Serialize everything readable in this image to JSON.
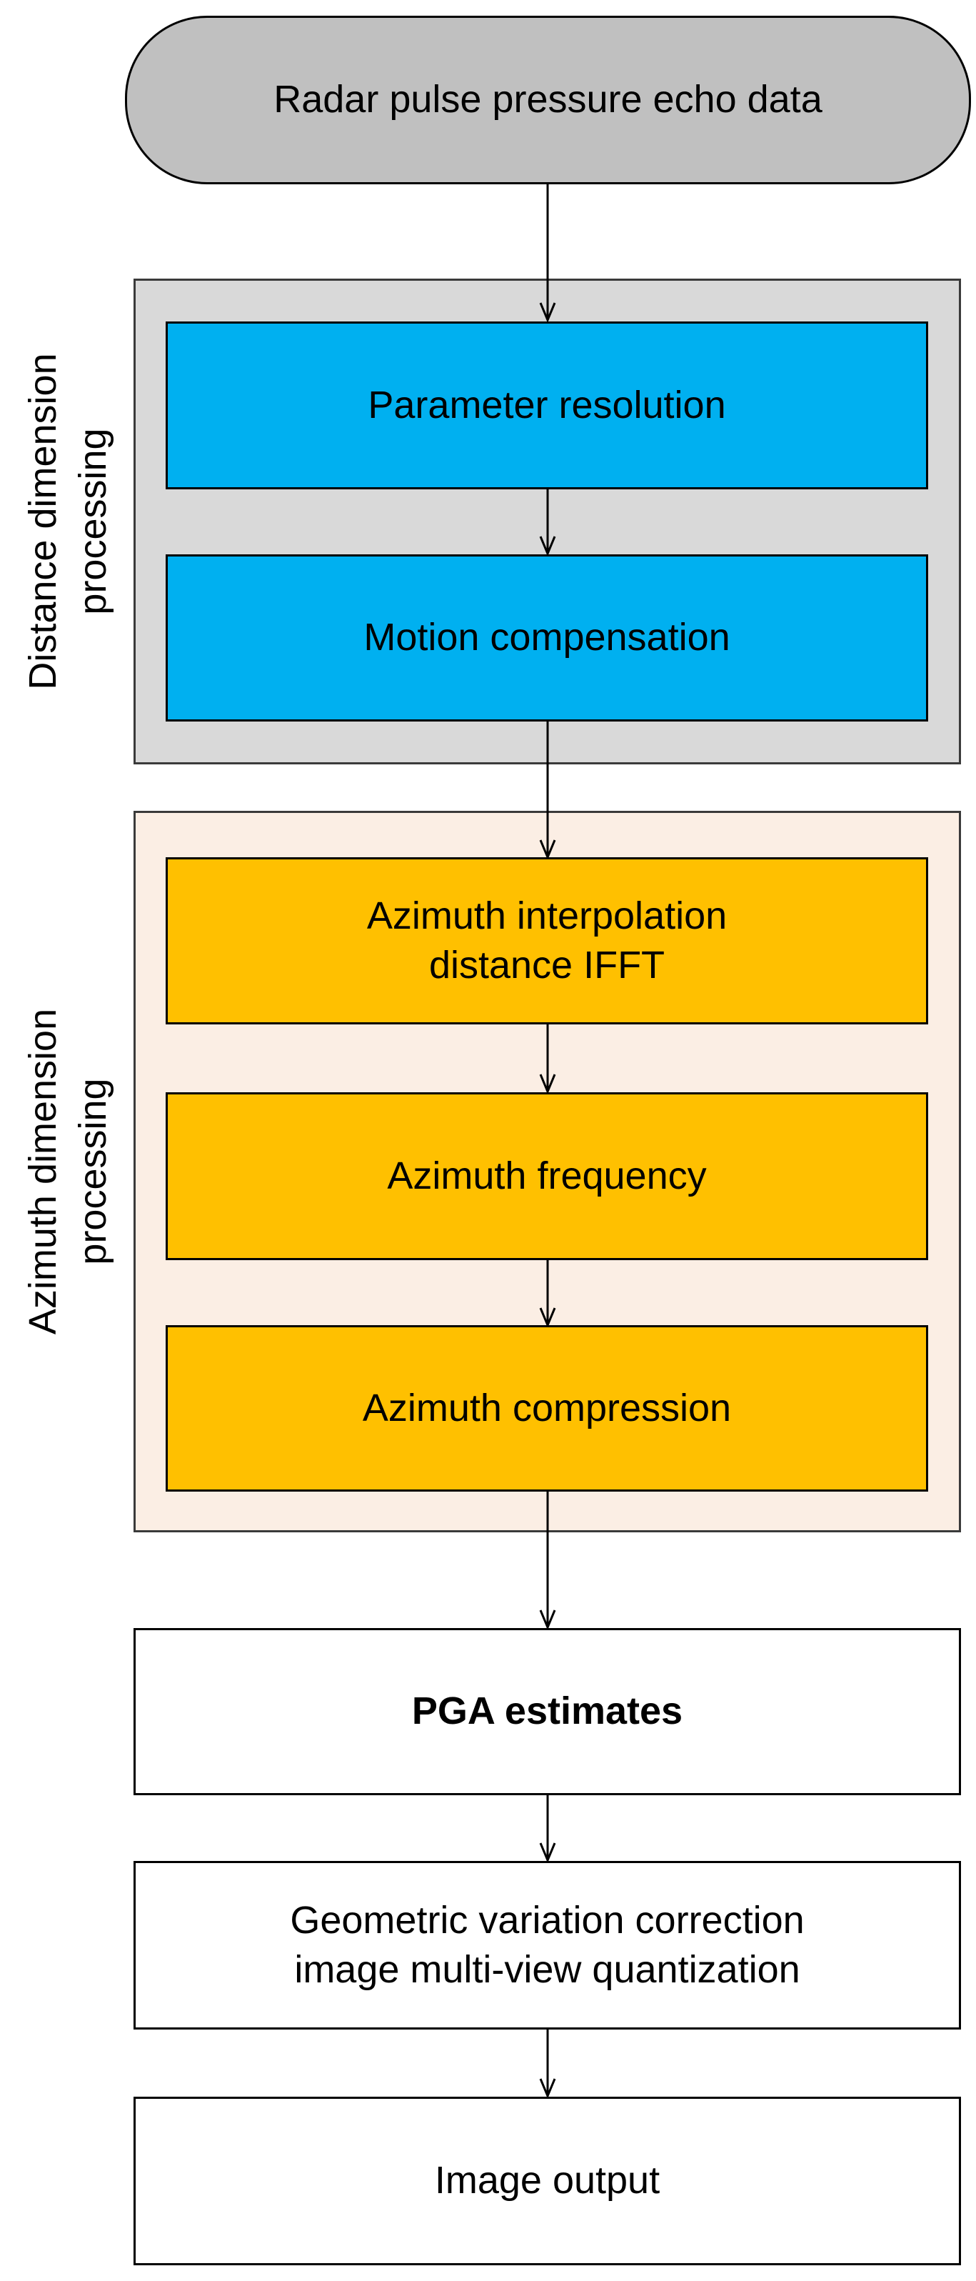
{
  "diagram": {
    "start": "Radar pulse pressure echo data",
    "groups": [
      {
        "label": "Distance dimension\nprocessing"
      },
      {
        "label": "Azimuth dimension\nprocessing"
      }
    ],
    "steps": {
      "parameter_resolution": "Parameter resolution",
      "motion_compensation": "Motion compensation",
      "azimuth_interpolation": "Azimuth interpolation\ndistance IFFT",
      "azimuth_frequency": "Azimuth frequency",
      "azimuth_compression": "Azimuth compression",
      "pga_estimates": "PGA estimates",
      "geometric_correction": "Geometric variation correction\nimage multi-view quantization",
      "image_output": "Image output"
    },
    "colors": {
      "terminal": "#c0c0c0",
      "distance_group": "#d9d9d9",
      "azimuth_group": "#fbeee4",
      "distance_steps": "#00b0f0",
      "azimuth_steps": "#ffc000"
    }
  }
}
